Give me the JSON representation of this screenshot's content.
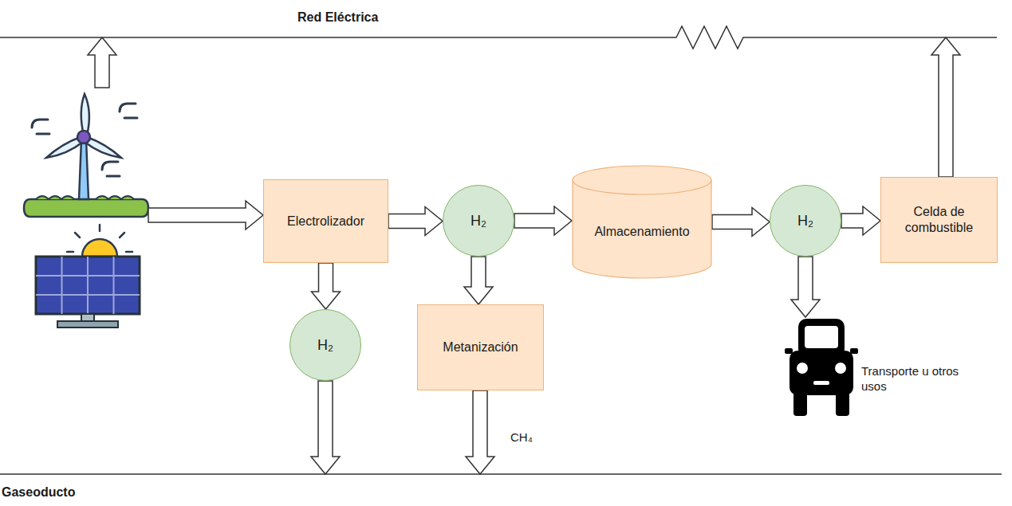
{
  "diagram": {
    "nodes": [
      {
        "text": [
          "Electrolizador"
        ]
      },
      {
        "text": [
          "H₂"
        ]
      },
      {
        "text": [
          "Almacenamiento"
        ]
      },
      {
        "text": [
          "H₂"
        ]
      },
      {
        "text": [
          "Celda de combustible"
        ]
      },
      {
        "text": [
          "H₂"
        ]
      },
      {
        "text": [
          "Metanización"
        ]
      }
    ],
    "edges": [
      {
        "from": 0,
        "to": 1,
        "arrow": "to"
      },
      {
        "from": 1,
        "to": 2,
        "arrow": "to"
      },
      {
        "from": 2,
        "to": 3,
        "arrow": "to"
      },
      {
        "from": 3,
        "to": 4,
        "arrow": "to"
      },
      {
        "from": 0,
        "to": 5,
        "arrow": "to"
      },
      {
        "from": 1,
        "to": 6,
        "arrow": "to"
      }
    ],
    "labels": [
      "Red Eléctrica",
      "Gaseoducto",
      "CH₄",
      "Transporte u otros usos"
    ]
  }
}
